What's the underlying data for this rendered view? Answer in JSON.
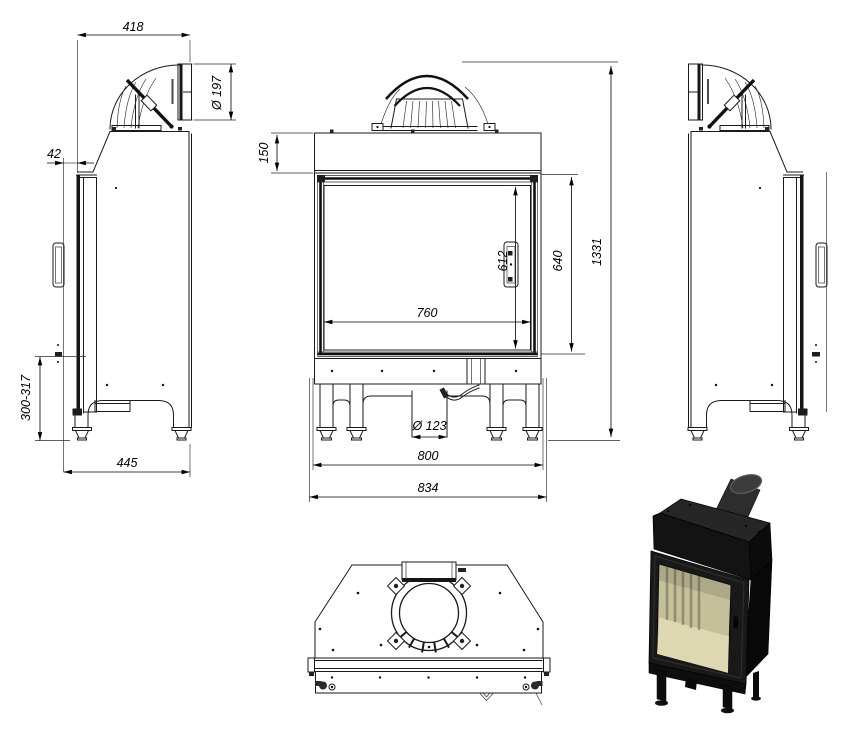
{
  "drawing": {
    "dimensions": {
      "top_depth": "418",
      "flue_diameter": "Ø 197",
      "front_offset": "42",
      "base_height_range": "300-317",
      "base_depth": "445",
      "hood_height": "150",
      "glass_height": "612",
      "door_height": "640",
      "total_height": "1331",
      "glass_width": "760",
      "air_inlet_diameter": "Ø 123",
      "feet_span": "800",
      "total_width": "834"
    },
    "render": {
      "body_color": "#191919",
      "pipe_color": "#2d2d2d",
      "glass_color": "#c6c09a",
      "floor_color": "#ded8b2"
    }
  }
}
